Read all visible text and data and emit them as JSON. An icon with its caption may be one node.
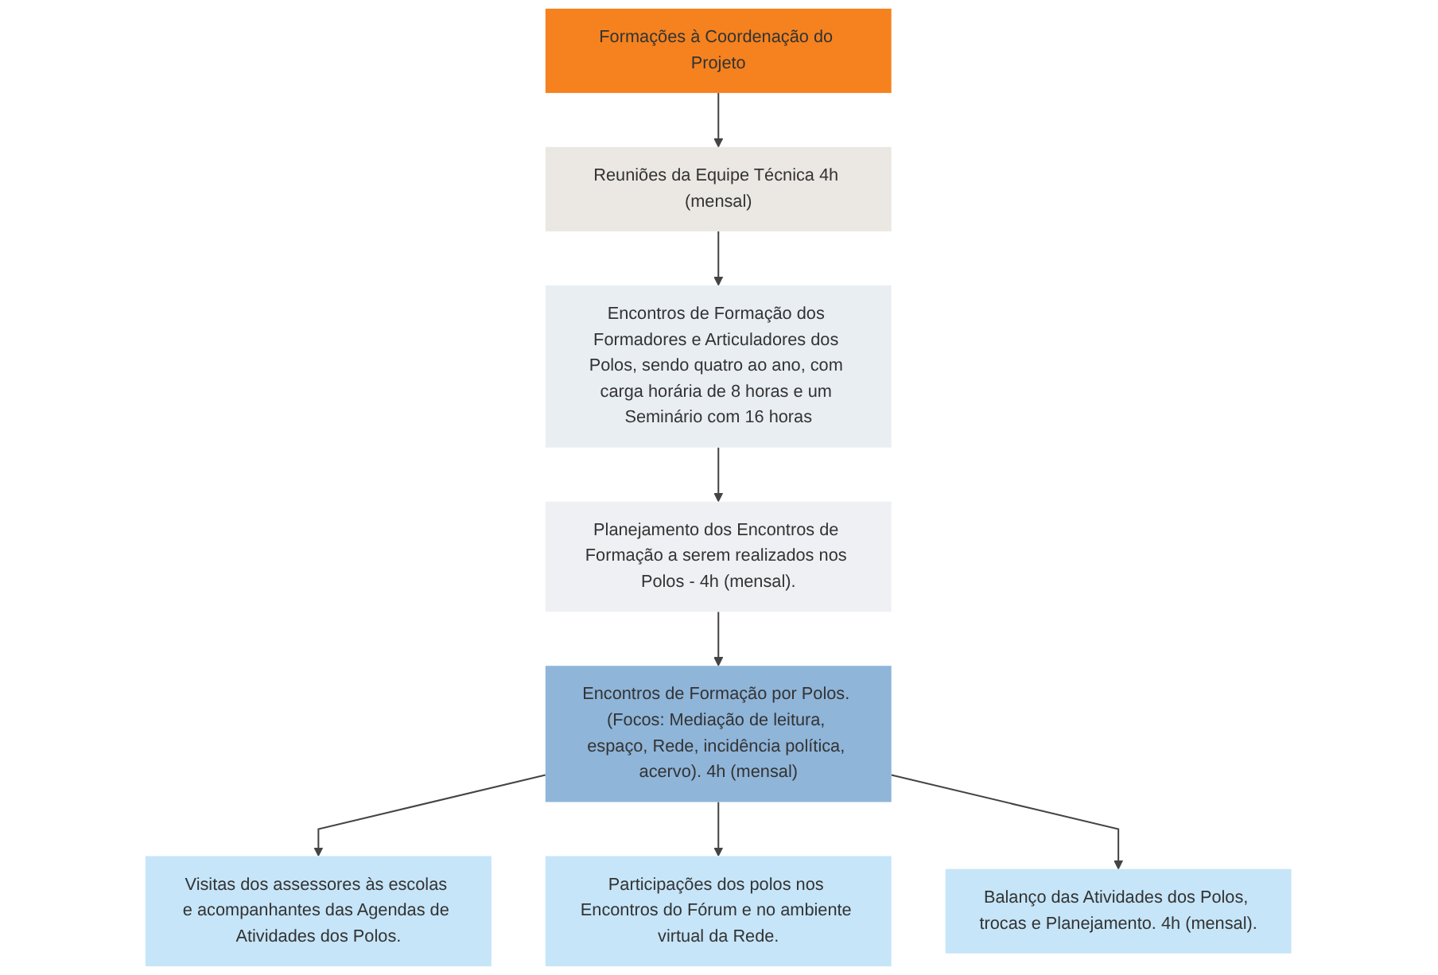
{
  "diagram": {
    "nodes": [
      {
        "text": [
          "Formações à Coordenação do Projeto"
        ]
      },
      {
        "text": [
          "Reuniões da Equipe Técnica 4h (mensal)"
        ]
      },
      {
        "text": [
          "Encontros de Formação dos Formadores e Articuladores dos Polos, sendo quatro ao ano, com carga horária de 8 horas e um Seminário com 16 horas"
        ]
      },
      {
        "text": [
          "Planejamento dos Encontros de Formação a serem realizados nos Polos - 4h (mensal)."
        ]
      },
      {
        "text": [
          "Encontros de Formação por Polos. (Focos: Mediação de leitura, espaço, Rede, incidência política, acervo). 4h (mensal)"
        ]
      },
      {
        "text": [
          "Visitas dos assessores às escolas e acompanhantes das Agendas de Atividades dos Polos."
        ]
      },
      {
        "text": [
          "Participações dos polos nos Encontros do Fórum e no ambiente virtual da Rede."
        ]
      },
      {
        "text": [
          "Balanço das Atividades dos Polos, trocas e Planejamento. 4h (mensal)."
        ]
      }
    ],
    "edges": [
      {
        "from": 0,
        "to": 1,
        "arrow": "to"
      },
      {
        "from": 1,
        "to": 2,
        "arrow": "to"
      },
      {
        "from": 2,
        "to": 3,
        "arrow": "to"
      },
      {
        "from": 3,
        "to": 4,
        "arrow": "to"
      },
      {
        "from": 4,
        "to": 5,
        "arrow": "to"
      },
      {
        "from": 4,
        "to": 6,
        "arrow": "to"
      },
      {
        "from": 4,
        "to": 7,
        "arrow": "to"
      }
    ]
  }
}
